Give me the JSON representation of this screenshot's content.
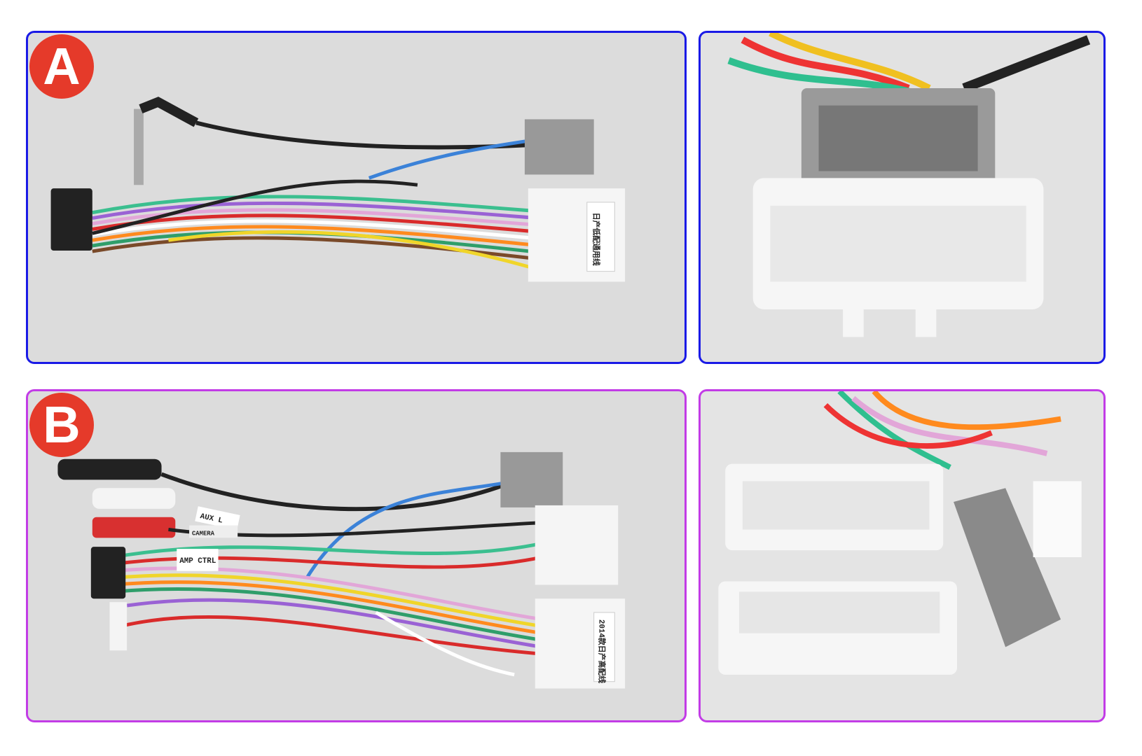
{
  "sections": [
    {
      "badge": "A",
      "label_text": "日产低配通用线",
      "border_color": "#1a1ae6"
    },
    {
      "badge": "B",
      "tags": [
        "AUX L",
        "CAMERA",
        "AMP CTRL"
      ],
      "label_text": "2014款日产高配线",
      "border_color": "#c23ce6"
    }
  ]
}
